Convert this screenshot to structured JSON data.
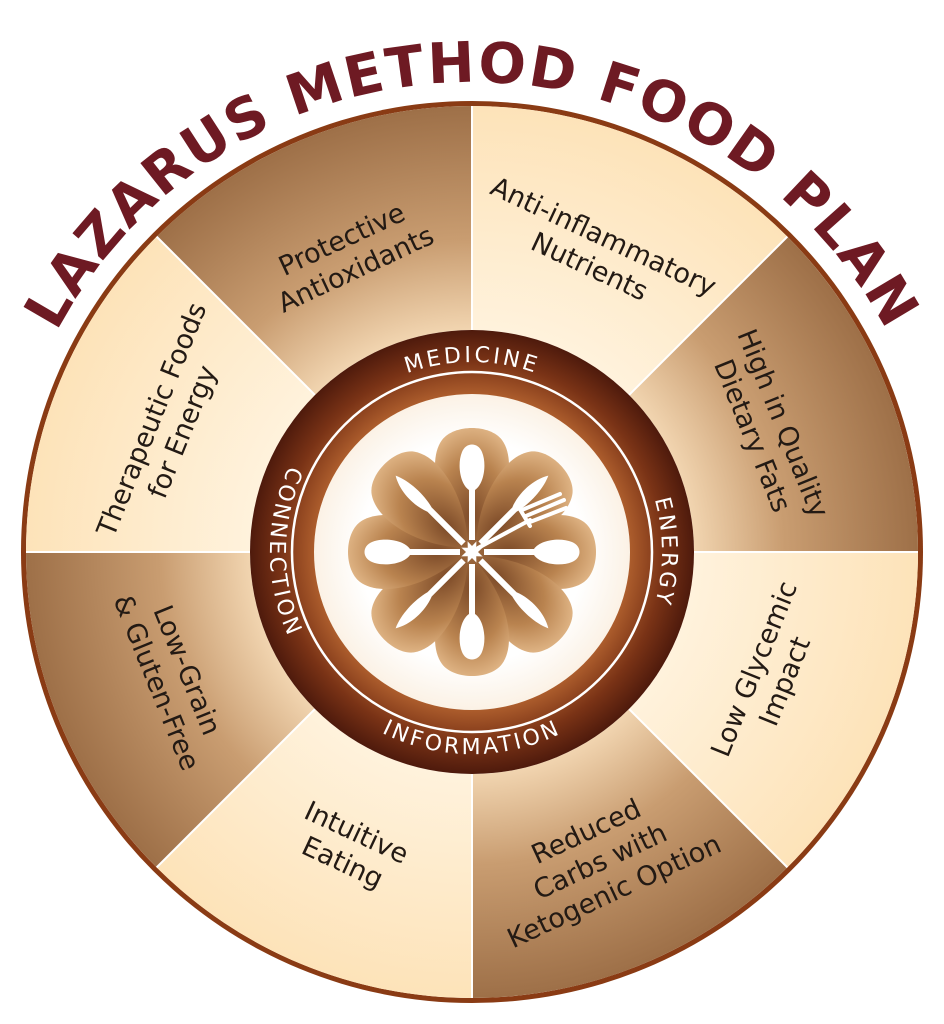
{
  "title": "LAZARUS METHOD FOOD PLAN",
  "segments": [
    {
      "lines": [
        "Anti-inflammatory",
        "Nutrients"
      ],
      "shade": "light"
    },
    {
      "lines": [
        "High in Quality",
        "Dietary Fats"
      ],
      "shade": "dark"
    },
    {
      "lines": [
        "Low Glycemic",
        "Impact"
      ],
      "shade": "light"
    },
    {
      "lines": [
        "Reduced",
        "Carbs with",
        "Ketogenic Option"
      ],
      "shade": "dark"
    },
    {
      "lines": [
        "Intuitive",
        "Eating"
      ],
      "shade": "light"
    },
    {
      "lines": [
        "Low-Grain",
        "& Gluten-Free"
      ],
      "shade": "dark"
    },
    {
      "lines": [
        "Therapeutic Foods",
        "for Energy"
      ],
      "shade": "light"
    },
    {
      "lines": [
        "Protective",
        "Antioxidants"
      ],
      "shade": "dark"
    }
  ],
  "ring_labels": {
    "top": "MEDICINE",
    "right": "ENERGY",
    "bottom": "INFORMATION",
    "left": "CONNECTION"
  },
  "center_icon": "flower-cutlery-icon",
  "colors": {
    "title": "#6e1a23",
    "outer_rim": "#8a3b14",
    "light_segment": "#fde6c0",
    "dark_segment": "#b88c60",
    "ring_outer": "#6a2410",
    "ring_inner": "#9a4a22",
    "petal_light": "#d9a877",
    "petal_dark": "#8c5a34"
  }
}
